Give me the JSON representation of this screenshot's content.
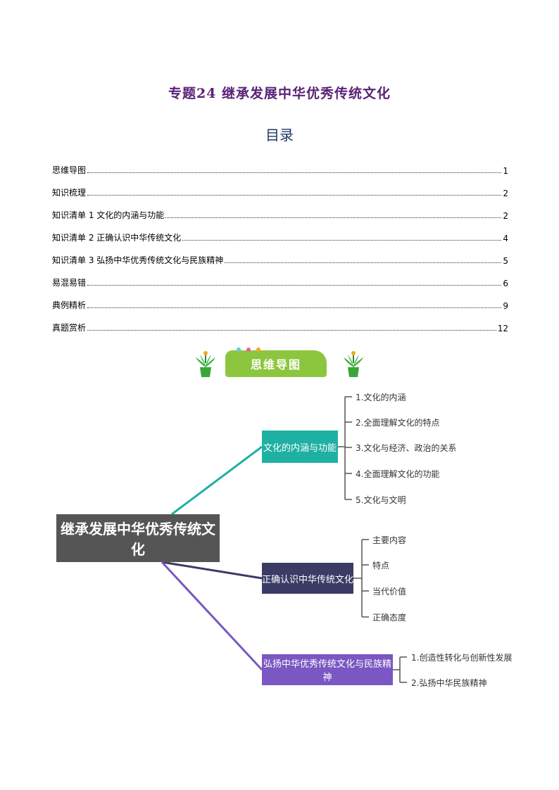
{
  "title": "专题24  继承发展中华优秀传统文化",
  "toc_heading": "目录",
  "toc": [
    {
      "label": "思维导图",
      "page": "1"
    },
    {
      "label": "知识梳理",
      "page": "2"
    },
    {
      "label": "知识清单 1 文化的内涵与功能",
      "page": "2"
    },
    {
      "label": "知识清单 2 正确认识中华传统文化",
      "page": "4"
    },
    {
      "label": "知识清单 3 弘扬中华优秀传统文化与民族精神",
      "page": "5"
    },
    {
      "label": "易混易错",
      "page": "6"
    },
    {
      "label": "典例精析",
      "page": "9"
    },
    {
      "label": "真题赏析",
      "page": "12"
    }
  ],
  "mindmap": {
    "banner": "思维导图",
    "root": "继承发展中华优秀传统文化",
    "branches": [
      {
        "label": "文化的内涵与功能",
        "color": "#1fb0a4",
        "leaves": [
          "1.文化的内涵",
          "2.全面理解文化的特点",
          "3.文化与经济、政治的关系",
          "4.全面理解文化的功能",
          "5.文化与文明"
        ]
      },
      {
        "label": "正确认识中华传统文化",
        "color": "#3a3c66",
        "leaves": [
          "主要内容",
          "特点",
          "当代价值",
          "正确态度"
        ]
      },
      {
        "label": "弘扬中华优秀传统文化与民族精神",
        "color": "#7a57c2",
        "leaves": [
          "1.创造性转化与创新性发展",
          "2.弘扬中华民族精神"
        ]
      }
    ]
  },
  "colors": {
    "title": "#5a2275",
    "toc_heading": "#1f3864",
    "banner": "#8cc63f",
    "root": "#555555"
  },
  "icons": [
    "plant-pot-icon"
  ]
}
